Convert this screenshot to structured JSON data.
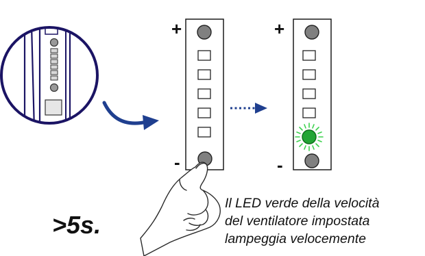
{
  "panel_before": {
    "plus": "+",
    "minus": "-"
  },
  "panel_after": {
    "plus": "+",
    "minus": "-"
  },
  "duration_label": ">5s.",
  "caption_lines": [
    "Il LED verde della velocità",
    "del ventilatore impostata",
    "lampeggia velocemente"
  ],
  "colors": {
    "outline": "#1b1464",
    "arrow": "#1f3f8f",
    "led_green": "#22a535",
    "led_glow": "#3bd14d",
    "button_gray": "#808080",
    "text": "#111111"
  },
  "icons": {
    "zoom": "magnifier-detail-icon",
    "curved_arrow": "curved-arrow-icon",
    "dotted_arrow": "dotted-arrow-icon",
    "hand": "pressing-hand-icon"
  }
}
